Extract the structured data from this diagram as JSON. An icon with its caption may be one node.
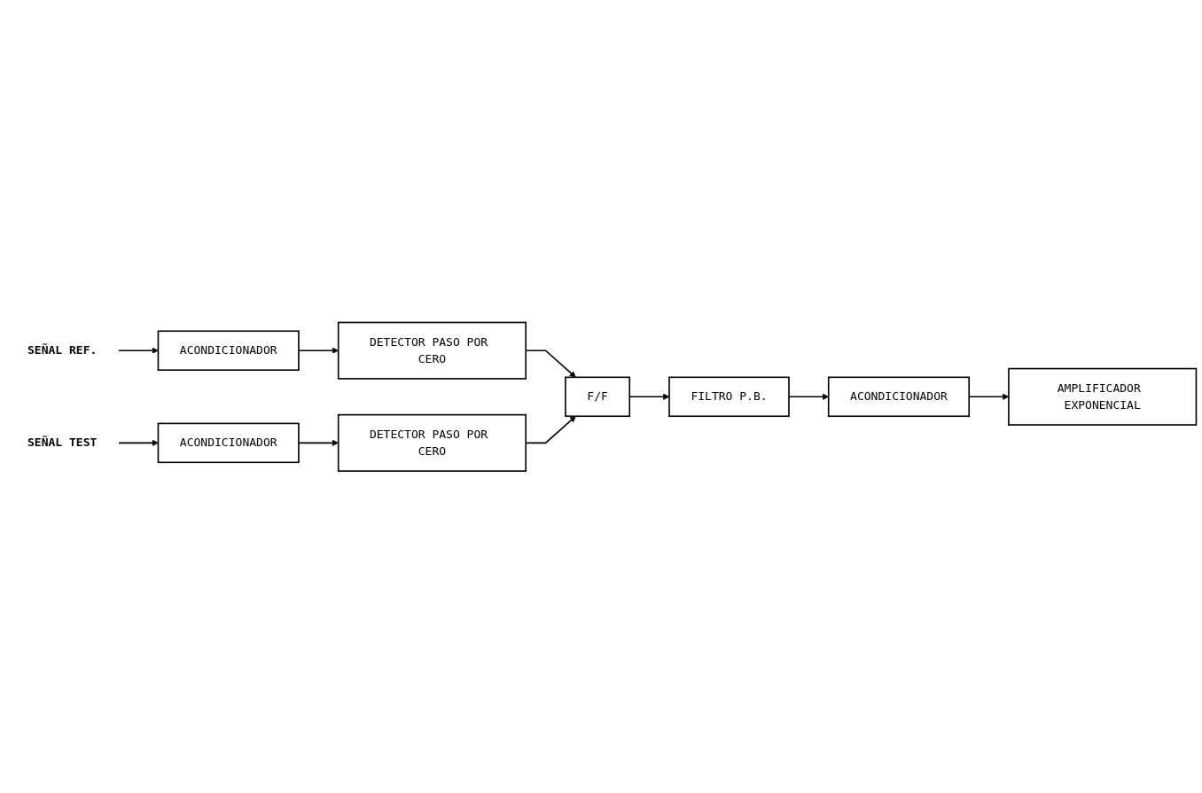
{
  "diagram": {
    "nodes": [
      {
        "text": [
          "SEÑAL REF."
        ]
      },
      {
        "text": [
          "ACONDICIONADOR"
        ]
      },
      {
        "text": [
          "DETECTOR PASO POR CERO"
        ]
      },
      {
        "text": [
          "F/F"
        ]
      },
      {
        "text": [
          "FILTRO P.B."
        ]
      },
      {
        "text": [
          "ACONDICIONADOR"
        ]
      },
      {
        "text": [
          "SEÑAL TEST"
        ]
      },
      {
        "text": [
          "ACONDICIONADOR"
        ]
      },
      {
        "text": [
          "DETECTOR PASO POR CERO"
        ]
      },
      {
        "text": [
          "AMPLIFICADOR EXPONENCIAL"
        ]
      }
    ],
    "edges": [
      {
        "from": 0,
        "to": 1,
        "arrow": "to"
      },
      {
        "from": 1,
        "to": 2,
        "arrow": "to"
      },
      {
        "from": 2,
        "to": 3,
        "arrow": "to"
      },
      {
        "from": 3,
        "to": 4,
        "arrow": "to"
      },
      {
        "from": 4,
        "to": 5,
        "arrow": "to"
      },
      {
        "from": 6,
        "to": 7,
        "arrow": "to"
      },
      {
        "from": 7,
        "to": 8,
        "arrow": "to"
      },
      {
        "from": 8,
        "to": 3,
        "arrow": "to"
      },
      {
        "from": 5,
        "to": 9,
        "arrow": "to"
      }
    ]
  }
}
